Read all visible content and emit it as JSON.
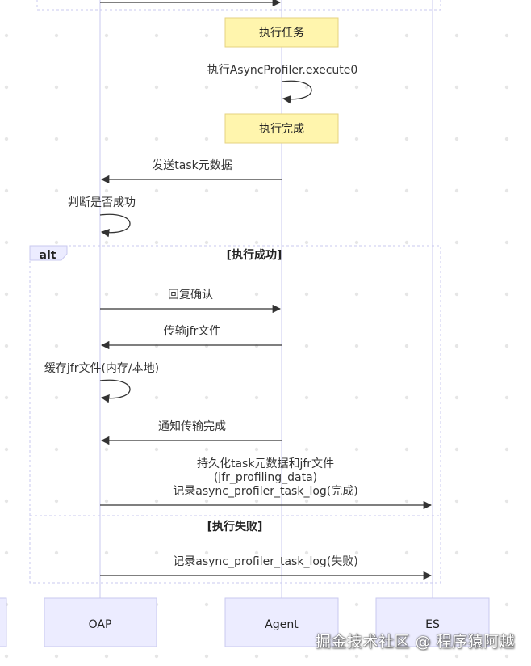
{
  "actors": [
    {
      "id": "oap",
      "label": "OAP"
    },
    {
      "id": "agent",
      "label": "Agent"
    },
    {
      "id": "es",
      "label": "ES"
    }
  ],
  "notes": {
    "exec_task": "执行任务",
    "exec_done": "执行完成"
  },
  "messages": {
    "self_execute": "执行AsyncProfiler.execute0",
    "send_meta": "发送task元数据",
    "judge_success": "判断是否成功",
    "reply_confirm": "回复确认",
    "transfer_jfr": "传输jfr文件",
    "cache_jfr": "缓存jfr文件(内存/本地)",
    "notify_done": "通知传输完成",
    "persist_line1": "持久化task元数据和jfr文件",
    "persist_line2": "(jfr_profiling_data)",
    "persist_line3": "记录async_profiler_task_log(完成)",
    "log_failed": "记录async_profiler_task_log(失败)"
  },
  "alt": {
    "keyword": "alt",
    "guard_success": "[执行成功]",
    "guard_failed": "[执行失败]"
  },
  "watermark": "掘金技术社区 @ 程序猿阿越",
  "colors": {
    "lifeline": "#c9c9ef",
    "actor_fill": "#ececff",
    "actor_stroke": "#c9c9ef",
    "note_fill": "#fff5ad",
    "note_stroke": "#e6d280",
    "arrow": "#333333",
    "alt_border": "#c9c9ef"
  }
}
